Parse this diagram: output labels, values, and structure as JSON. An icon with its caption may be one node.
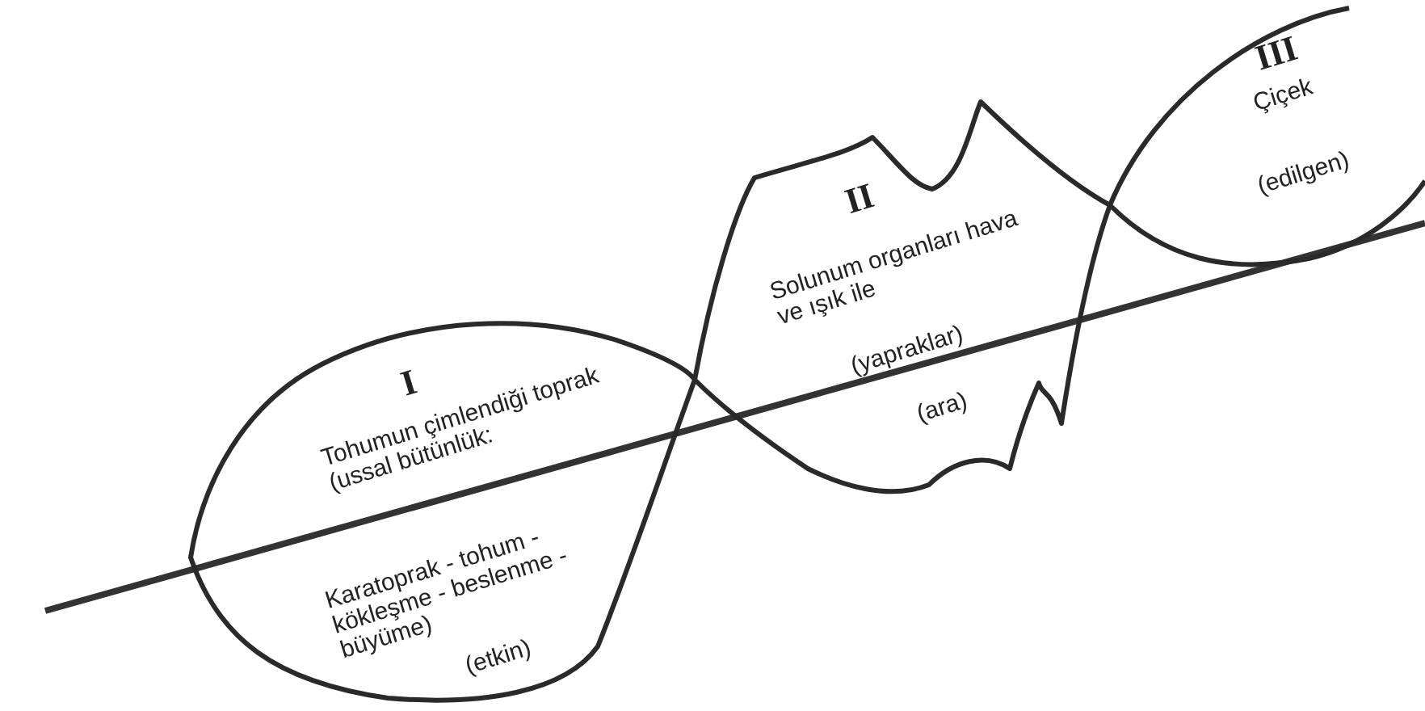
{
  "diagram": {
    "nodes": [
      {
        "text": [
          "I",
          "Tohumun çimlendiği toprak (ussal bütünlük:",
          "Karatoprak - tohum - kökleşme - beslenme - büyüme)",
          "(etkin)"
        ]
      },
      {
        "text": [
          "II",
          "Solunum organları hava ve ışık ile",
          "(yapraklar)",
          "(ara)"
        ]
      },
      {
        "text": [
          "III",
          "Çiçek",
          "(edilgen)"
        ]
      }
    ]
  }
}
